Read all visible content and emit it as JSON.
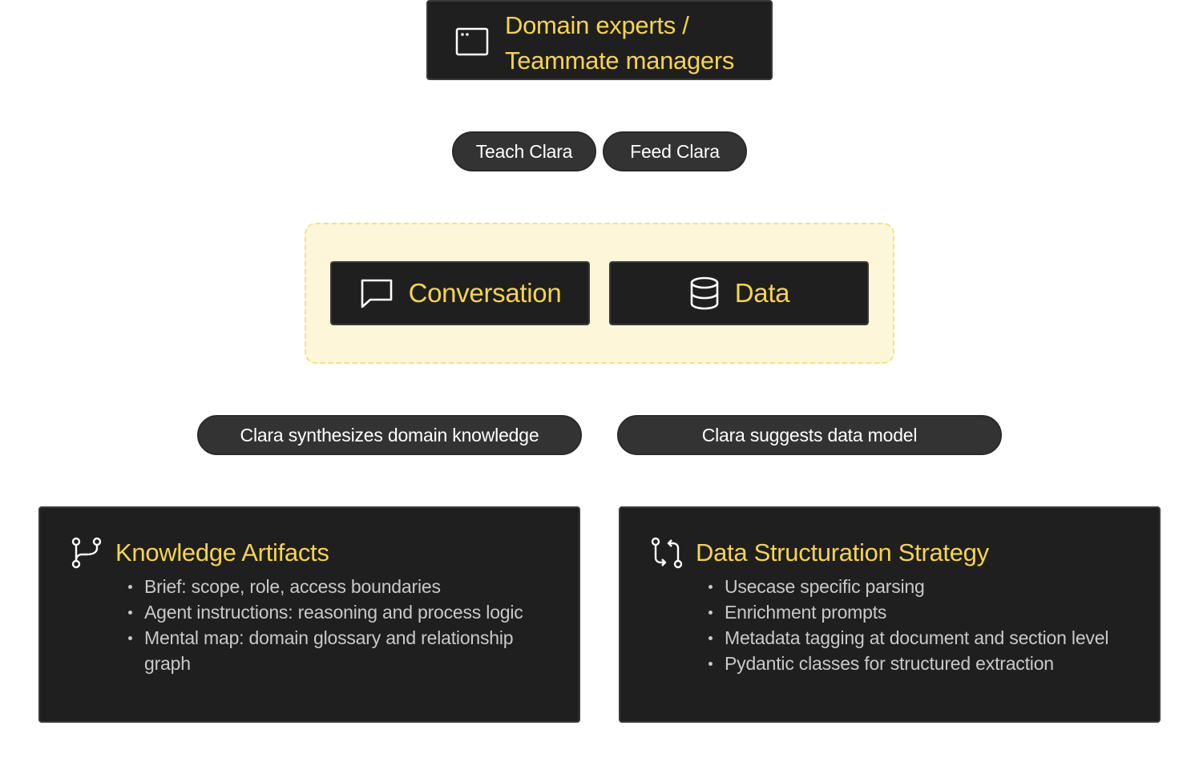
{
  "top": {
    "title": "Domain experts /\nTeammate managers",
    "icon": "browser-window-icon"
  },
  "actions": {
    "teach": "Teach Clara",
    "feed": "Feed Clara"
  },
  "sources": {
    "conversation": {
      "label": "Conversation",
      "icon": "chat-bubble-icon"
    },
    "data": {
      "label": "Data",
      "icon": "database-icon"
    }
  },
  "outputs": {
    "synthesize": "Clara synthesizes domain knowledge",
    "suggest": "Clara suggests data model"
  },
  "cards": {
    "knowledge": {
      "title": "Knowledge Artifacts",
      "icon": "git-branch-icon",
      "items": [
        "Brief: scope, role, access boundaries",
        "Agent instructions: reasoning and process logic",
        "Mental map: domain glossary and relationship graph"
      ]
    },
    "structure": {
      "title": "Data Structuration Strategy",
      "icon": "git-compare-icon",
      "items": [
        "Usecase specific parsing",
        "Enrichment prompts",
        "Metadata tagging at document and section level",
        "Pydantic classes for structured extraction"
      ]
    }
  },
  "colors": {
    "accent": "#f7d44a",
    "box_bg": "#1f1f1f",
    "pill_bg": "#333333",
    "group_bg": "#fdf6d8",
    "group_border": "#f3e27a"
  }
}
